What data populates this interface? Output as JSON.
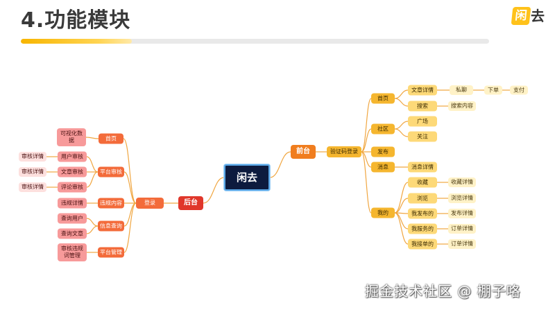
{
  "page": {
    "title": "4.功能模块",
    "logo": {
      "mark": "闲",
      "word": "去"
    },
    "watermark": "掘金技术社区 @ 棚子咯",
    "colors": {
      "accent": "#f7b500",
      "front_branch": "#f07d1e",
      "back_branch": "#e0372b",
      "front_line": "#f0a640",
      "back_line": "#f0a640",
      "root_bg": "#0d1b3e"
    }
  },
  "mindmap": {
    "root": {
      "id": "root",
      "label": "闲去"
    },
    "nodes": [
      {
        "id": "front",
        "parent": "root",
        "label": "前台",
        "kind": "l1-front"
      },
      {
        "id": "back",
        "parent": "root",
        "label": "后台",
        "kind": "l1-back"
      },
      {
        "id": "f_login",
        "parent": "front",
        "label": "验证码登录",
        "kind": "l2-front"
      },
      {
        "id": "f_home",
        "parent": "f_login",
        "label": "首页",
        "kind": "l2-front"
      },
      {
        "id": "f_article",
        "parent": "f_home",
        "label": "文章详情",
        "kind": "l3-front"
      },
      {
        "id": "f_pm",
        "parent": "f_article",
        "label": "私聊",
        "kind": "l4-front"
      },
      {
        "id": "f_order",
        "parent": "f_pm",
        "label": "下单",
        "kind": "l4-front"
      },
      {
        "id": "f_pay",
        "parent": "f_order",
        "label": "支付",
        "kind": "l4-front"
      },
      {
        "id": "f_search",
        "parent": "f_home",
        "label": "搜索",
        "kind": "l3-front"
      },
      {
        "id": "f_search_c",
        "parent": "f_search",
        "label": "搜索内容",
        "kind": "l4-front"
      },
      {
        "id": "f_community",
        "parent": "f_login",
        "label": "社区",
        "kind": "l2-front"
      },
      {
        "id": "f_square",
        "parent": "f_community",
        "label": "广场",
        "kind": "l3-front"
      },
      {
        "id": "f_follow",
        "parent": "f_community",
        "label": "关注",
        "kind": "l3-front"
      },
      {
        "id": "f_publish",
        "parent": "f_login",
        "label": "发布",
        "kind": "l2-front"
      },
      {
        "id": "f_msg",
        "parent": "f_login",
        "label": "消息",
        "kind": "l2-front"
      },
      {
        "id": "f_msg_d",
        "parent": "f_msg",
        "label": "消息详情",
        "kind": "l3-front"
      },
      {
        "id": "f_mine",
        "parent": "f_login",
        "label": "我的",
        "kind": "l2-front"
      },
      {
        "id": "f_fav",
        "parent": "f_mine",
        "label": "收藏",
        "kind": "l3-front"
      },
      {
        "id": "f_fav_d",
        "parent": "f_fav",
        "label": "收藏详情",
        "kind": "l4-front"
      },
      {
        "id": "f_browse",
        "parent": "f_mine",
        "label": "浏览",
        "kind": "l3-front"
      },
      {
        "id": "f_browse_d",
        "parent": "f_browse",
        "label": "浏览详情",
        "kind": "l4-front"
      },
      {
        "id": "f_mypub",
        "parent": "f_mine",
        "label": "我发布的",
        "kind": "l3-front"
      },
      {
        "id": "f_mypub_d",
        "parent": "f_mypub",
        "label": "发布详情",
        "kind": "l4-front"
      },
      {
        "id": "f_myserve",
        "parent": "f_mine",
        "label": "我服务的",
        "kind": "l3-front"
      },
      {
        "id": "f_myserve_d",
        "parent": "f_myserve",
        "label": "订单详情",
        "kind": "l4-front"
      },
      {
        "id": "f_mytake",
        "parent": "f_mine",
        "label": "我接单的",
        "kind": "l3-front"
      },
      {
        "id": "f_mytake_d",
        "parent": "f_mytake",
        "label": "订单详情",
        "kind": "l4-front"
      },
      {
        "id": "b_login",
        "parent": "back",
        "label": "登录",
        "kind": "l2-back"
      },
      {
        "id": "b_home",
        "parent": "b_login",
        "label": "首页",
        "kind": "l2-back"
      },
      {
        "id": "b_viz",
        "parent": "b_home",
        "label": "可视化数据",
        "kind": "l3-back"
      },
      {
        "id": "b_audit",
        "parent": "b_login",
        "label": "平台审核",
        "kind": "l2-back"
      },
      {
        "id": "b_user_a",
        "parent": "b_audit",
        "label": "用户审核",
        "kind": "l3-back"
      },
      {
        "id": "b_user_ad",
        "parent": "b_user_a",
        "label": "审核详情",
        "kind": "l4-back"
      },
      {
        "id": "b_art_a",
        "parent": "b_audit",
        "label": "文章审核",
        "kind": "l3-back"
      },
      {
        "id": "b_art_ad",
        "parent": "b_art_a",
        "label": "审核详情",
        "kind": "l4-back"
      },
      {
        "id": "b_cmt_a",
        "parent": "b_audit",
        "label": "评论审核",
        "kind": "l3-back"
      },
      {
        "id": "b_cmt_ad",
        "parent": "b_cmt_a",
        "label": "审核详情",
        "kind": "l4-back"
      },
      {
        "id": "b_viol",
        "parent": "b_login",
        "label": "违规内容",
        "kind": "l2-back"
      },
      {
        "id": "b_viol_d",
        "parent": "b_viol",
        "label": "违规详情",
        "kind": "l3-back"
      },
      {
        "id": "b_info",
        "parent": "b_login",
        "label": "信息查询",
        "kind": "l2-back"
      },
      {
        "id": "b_q_user",
        "parent": "b_info",
        "label": "查询用户",
        "kind": "l3-back"
      },
      {
        "id": "b_q_art",
        "parent": "b_info",
        "label": "查询文章",
        "kind": "l3-back"
      },
      {
        "id": "b_mgmt",
        "parent": "b_login",
        "label": "平台管理",
        "kind": "l2-back"
      },
      {
        "id": "b_words",
        "parent": "b_mgmt",
        "label": "审核违规词管理",
        "kind": "l3-back"
      }
    ]
  }
}
